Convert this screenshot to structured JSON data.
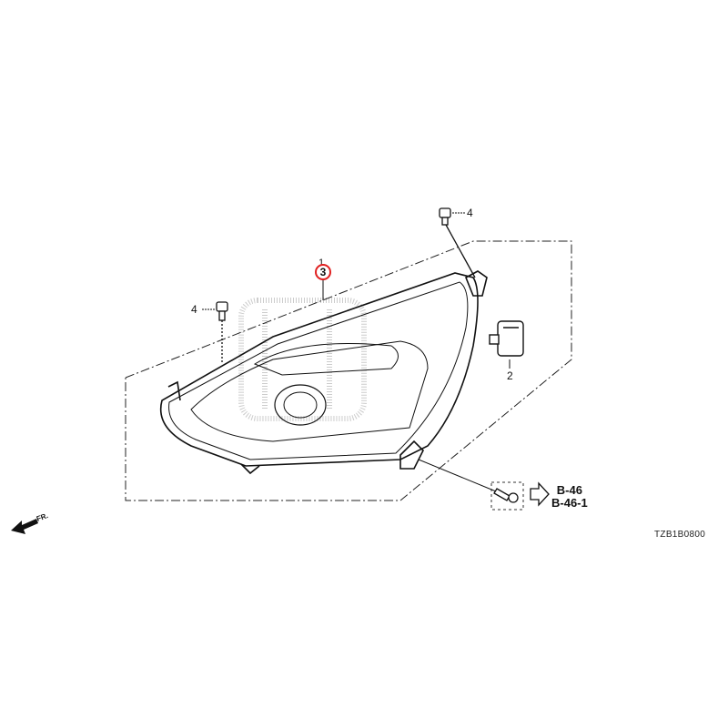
{
  "diagram": {
    "part_labels": {
      "headlamp": "1",
      "callout": "3",
      "bolt_left": "4",
      "bolt_top": "4",
      "bulb_socket": "2"
    },
    "references": [
      "B-46",
      "B-46-1"
    ],
    "diagram_code": "TZB1B0800",
    "direction_label": "FR.",
    "colors": {
      "callout_ring": "#e02020",
      "line": "#111111"
    }
  }
}
